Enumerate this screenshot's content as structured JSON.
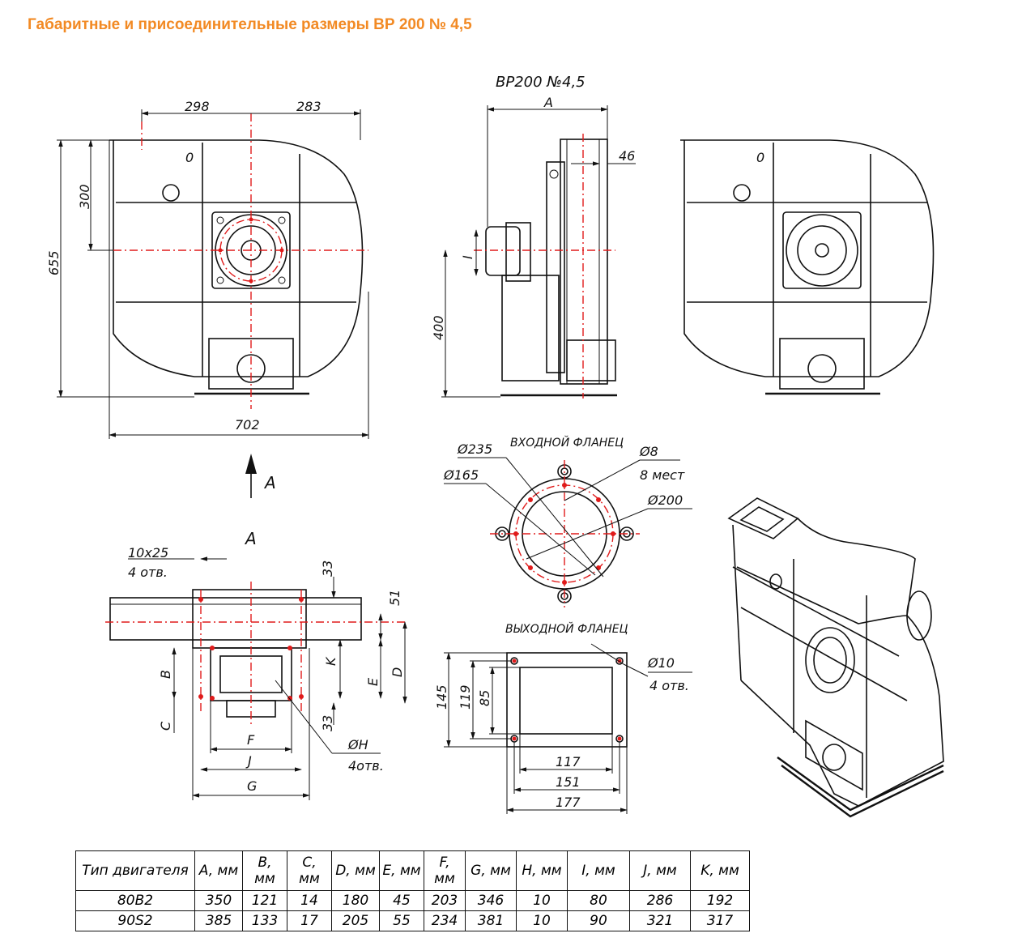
{
  "page_title": "Габаритные и присоединительные размеры ВР 200 № 4,5",
  "front_view": {
    "dim_left": "298",
    "dim_right": "283",
    "dim_height_total": "655",
    "dim_height_axis": "300",
    "dim_width": "702",
    "marker": "0"
  },
  "side_view": {
    "label": "ВР200 №4,5",
    "dim_a": "A",
    "dim_46": "46",
    "dim_i": "I",
    "dim_400": "400"
  },
  "rear_view": {
    "marker": "0"
  },
  "arrow_a": "A",
  "bottom_view": {
    "title": "A",
    "slot_size": "10x25",
    "slot_count": "4 отв.",
    "dim_33_top": "33",
    "dim_51": "51",
    "dim_b": "B",
    "dim_k": "K",
    "dim_e": "E",
    "dim_d": "D",
    "dim_c": "C",
    "dim_33_bottom": "33",
    "dim_f": "F",
    "dim_j": "J",
    "dim_g": "G",
    "hole_dia": "ØH",
    "hole_count": "4отв."
  },
  "inlet_flange": {
    "title": "ВХОДНОЙ ФЛАНЕЦ",
    "d235": "Ø235",
    "d165": "Ø165",
    "d8": "Ø8",
    "d8_count": "8 мест",
    "d200": "Ø200"
  },
  "outlet_flange": {
    "title": "ВЫХОДНОЙ ФЛАНЕЦ",
    "d10": "Ø10",
    "d10_count": "4 отв.",
    "h145": "145",
    "h119": "119",
    "h85": "85",
    "w117": "117",
    "w151": "151",
    "w177": "177"
  },
  "table": {
    "headers": [
      "Тип двигателя",
      "A, мм",
      "B, мм",
      "C, мм",
      "D, мм",
      "E, мм",
      "F, мм",
      "G, мм",
      "H, мм",
      "I, мм",
      "J, мм",
      "K, мм"
    ],
    "rows": [
      [
        "80B2",
        "350",
        "121",
        "14",
        "180",
        "45",
        "203",
        "346",
        "10",
        "80",
        "286",
        "192"
      ],
      [
        "90S2",
        "385",
        "133",
        "17",
        "205",
        "55",
        "234",
        "381",
        "10",
        "90",
        "321",
        "317"
      ]
    ]
  },
  "colors": {
    "title": "#f28a24",
    "centerline": "#e01b1b",
    "line": "#111111"
  }
}
